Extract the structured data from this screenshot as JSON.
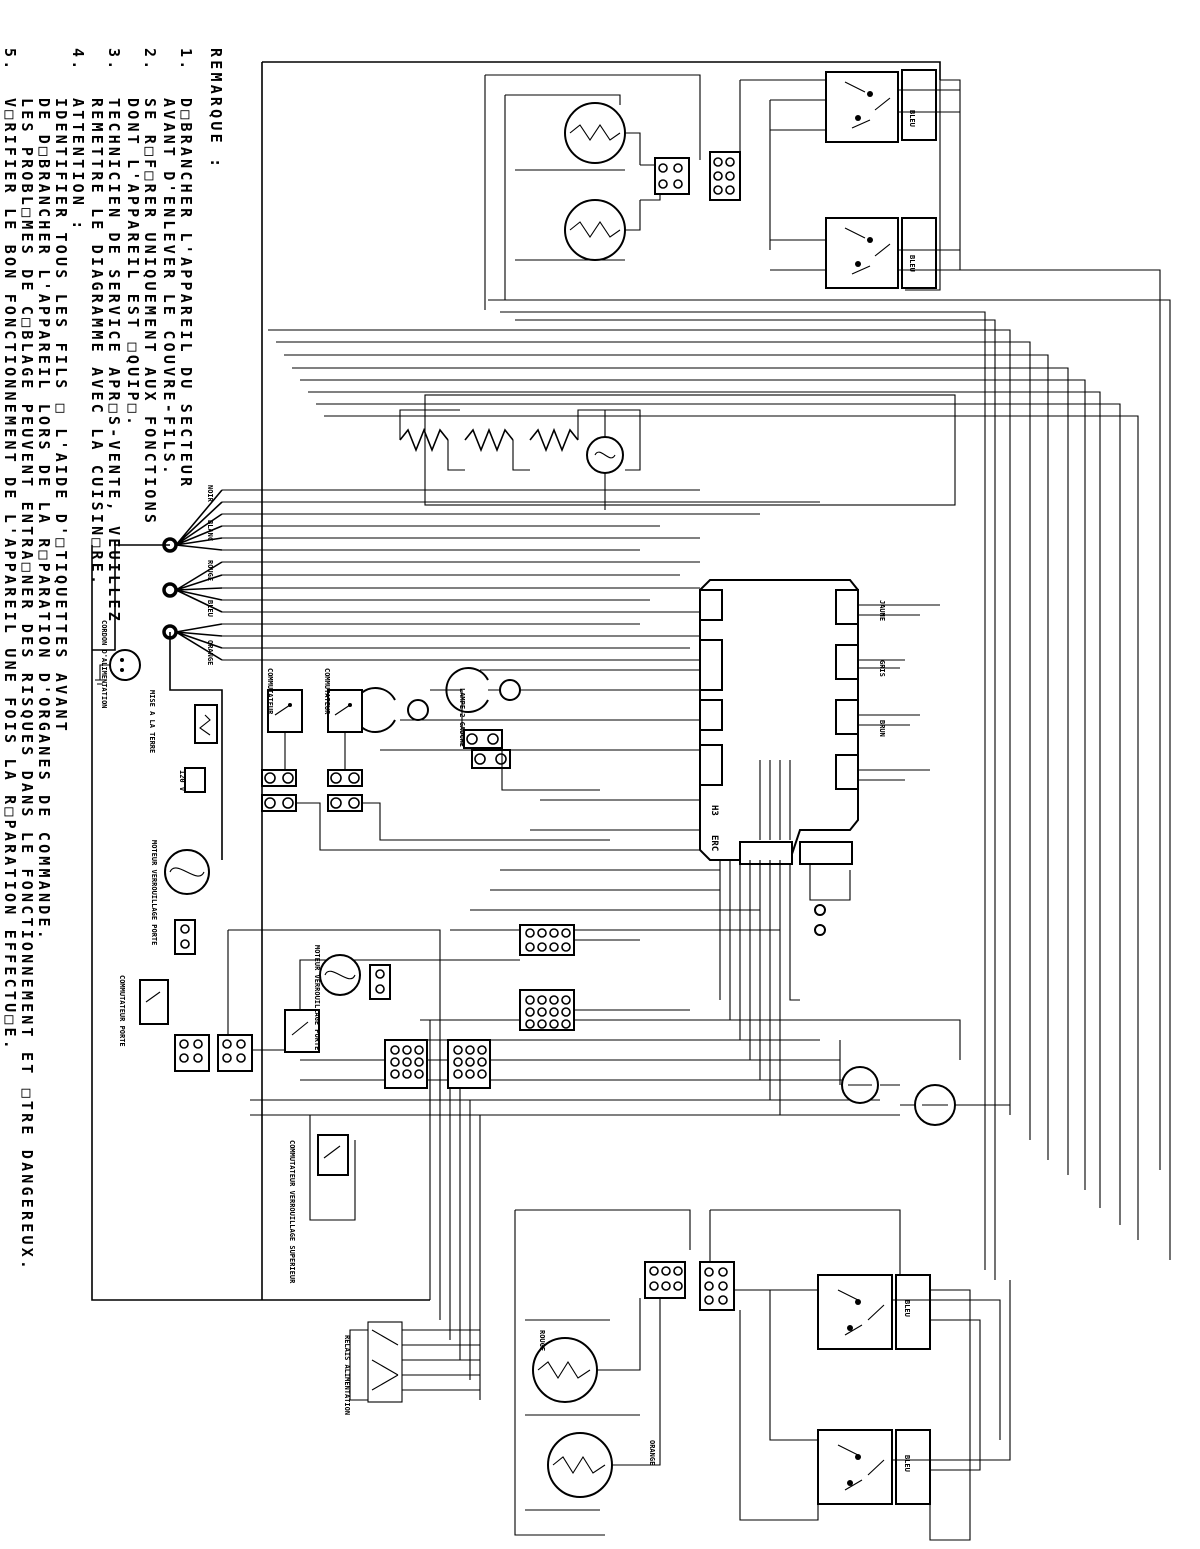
{
  "notes": {
    "header": "REMARQUE :",
    "items": [
      {
        "num": "1.",
        "lines": [
          "D□BRANCHER L'APPAREIL DU SECTEUR",
          "AVANT D'ENLEVER LE COUVRE-FILS."
        ]
      },
      {
        "num": "2.",
        "lines": [
          "SE R□F□RER UNIQUEMENT AUX FONCTIONS",
          "DONT L'APPAREIL EST □QUIP□."
        ]
      },
      {
        "num": "3.",
        "lines": [
          "TECHNICIEN DE SERVICE APR□S-VENTE, VEUILLEZ",
          "REMETTRE LE DIAGRAMME AVEC LA CUISIN□RE."
        ]
      },
      {
        "num": "4.",
        "lines": [
          "ATTENTION :",
          "IDENTIFIER TOUS LES FILS □ L'AIDE D'□TIQUETTES AVANT",
          "DE D□BRANCHER L'APPAREIL LORS DE LA R□PARATION D'ORGANES DE COMMANDE.",
          "LES PROBL□MES DE C□BLAGE PEUVENT ENTRA□NER DES RISQUES DANS LE FONCTIONNEMENT ET □TRE DANGEREUX."
        ]
      },
      {
        "num": "5.",
        "lines": [
          "V□RIFIER LE BON FONCTIONNEMENT DE L'APPAREIL UNE FOIS LA R□PARATION EFFECTU□E."
        ]
      }
    ]
  },
  "labels": {
    "control_board": "ERC",
    "board_code": "H3",
    "lamp": "LAMPE 2 GAUCHE",
    "light_switch": "COMMUTATEUR",
    "door_lock": "MOTEUR VERROUILLAGE PORTE",
    "door_switch": "COMMUTATEUR PORTE",
    "upper_lock": "COMMUTATEUR VERROUILLAGE SUPERIEUR",
    "relay": "RELAIS ALIMENTATION",
    "cord": "CORDON D'ALIMENTATION",
    "grounding": "MISE A LA TERRE",
    "volts": "120 V"
  },
  "wire_colors": {
    "bk": "NOIR",
    "wh": "BLANC",
    "rd": "ROUGE",
    "bu": "BLEU",
    "or": "ORANGE",
    "yl": "JAUNE",
    "gy": "GRIS",
    "br": "BRUN"
  }
}
